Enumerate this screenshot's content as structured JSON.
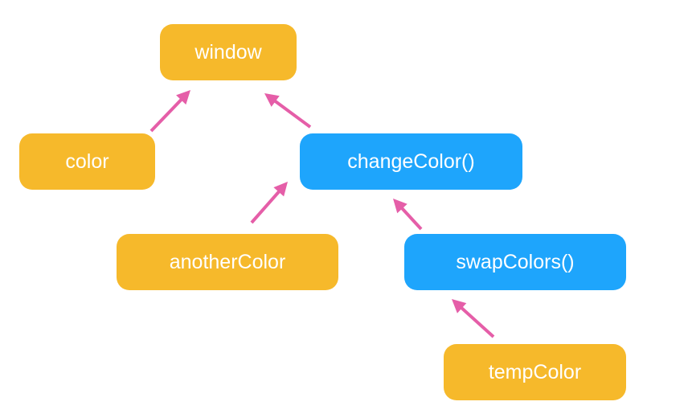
{
  "colors": {
    "variable_node": "#F6B92B",
    "function_node": "#1EA5FC",
    "arrow": "#E55EA8"
  },
  "nodes": {
    "window": {
      "label": "window",
      "kind": "variable"
    },
    "color": {
      "label": "color",
      "kind": "variable"
    },
    "changeColor": {
      "label": "changeColor()",
      "kind": "function"
    },
    "anotherColor": {
      "label": "anotherColor",
      "kind": "variable"
    },
    "swapColors": {
      "label": "swapColors()",
      "kind": "function"
    },
    "tempColor": {
      "label": "tempColor",
      "kind": "variable"
    }
  },
  "edges": [
    {
      "from": "color",
      "to": "window"
    },
    {
      "from": "changeColor",
      "to": "window"
    },
    {
      "from": "anotherColor",
      "to": "changeColor"
    },
    {
      "from": "swapColors",
      "to": "changeColor"
    },
    {
      "from": "tempColor",
      "to": "swapColors"
    }
  ]
}
